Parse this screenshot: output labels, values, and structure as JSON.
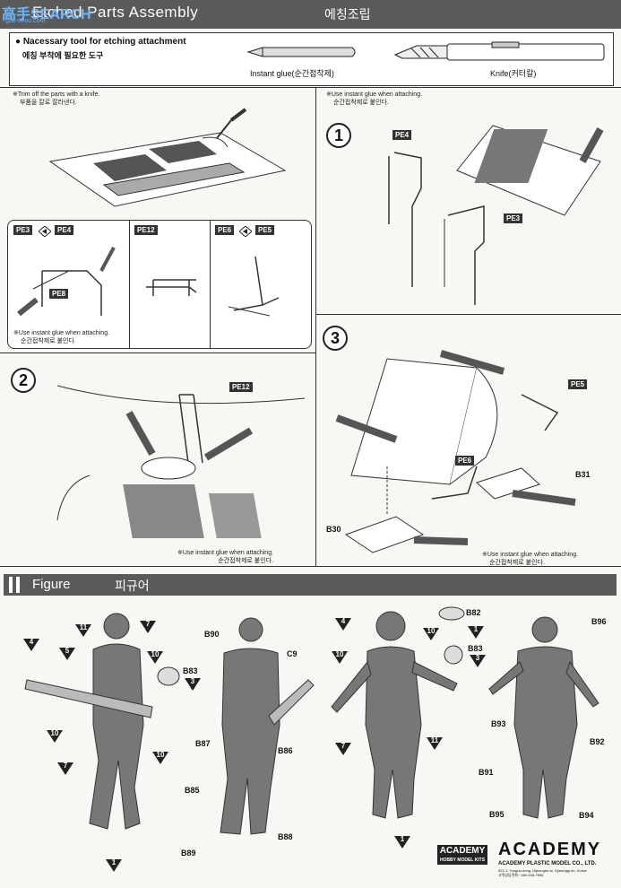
{
  "watermark": {
    "main": "高手SEARCH",
    "sub": "gao-shou.com"
  },
  "header": {
    "title": "Etched Parts Assembly",
    "title_ko": "에칭조립"
  },
  "tools": {
    "heading_en": "Nacessary tool for etching attachment",
    "heading_ko": "에칭 부착에 필요한 도구",
    "glue": "Instant glue(순간접착제)",
    "knife": "Knife(커터칼)"
  },
  "notes": {
    "trim_en": "※Trim off the parts with a knife.",
    "trim_ko": "부품을 칼로 잘라낸다.",
    "glue_en": "※Use instant glue when attaching.",
    "glue_ko": "순간접착제로 붙인다."
  },
  "steps": {
    "s1": "1",
    "s2": "2",
    "s3": "3"
  },
  "parts": {
    "pe3": "PE3",
    "pe4": "PE4",
    "pe8": "PE8",
    "pe12": "PE12",
    "pe6": "PE6",
    "pe5": "PE5",
    "b31": "B31",
    "b30": "B30"
  },
  "figure": {
    "title": "Figure",
    "title_ko": "피규어"
  },
  "figure_labels": {
    "n4": "4",
    "n5": "5",
    "n11": "11",
    "n7": "7",
    "n10": "10",
    "n1": "1",
    "n3": "3",
    "b83": "B83",
    "b90": "B90",
    "c9": "C9",
    "b87": "B87",
    "b86": "B86",
    "b85": "B85",
    "b88": "B88",
    "b89": "B89",
    "b82": "B82",
    "b96": "B96",
    "b93": "B93",
    "b92": "B92",
    "b91": "B91",
    "b95": "B95",
    "b94": "B94"
  },
  "logo": {
    "badge": "ACADEMY",
    "badge_sub": "HOBBY MODEL KITS",
    "brand": "ACADEMY",
    "company": "ACADEMY PLASTIC MODEL CO., LTD.",
    "address": "521-1, Yongdu-dong, Uijeongbu-si, Gyeonggi-do, Korea",
    "support": "고객상담전화 : 080-945-7555"
  },
  "colors": {
    "header_bg": "#5a5a5a",
    "label_bg": "#333333"
  }
}
